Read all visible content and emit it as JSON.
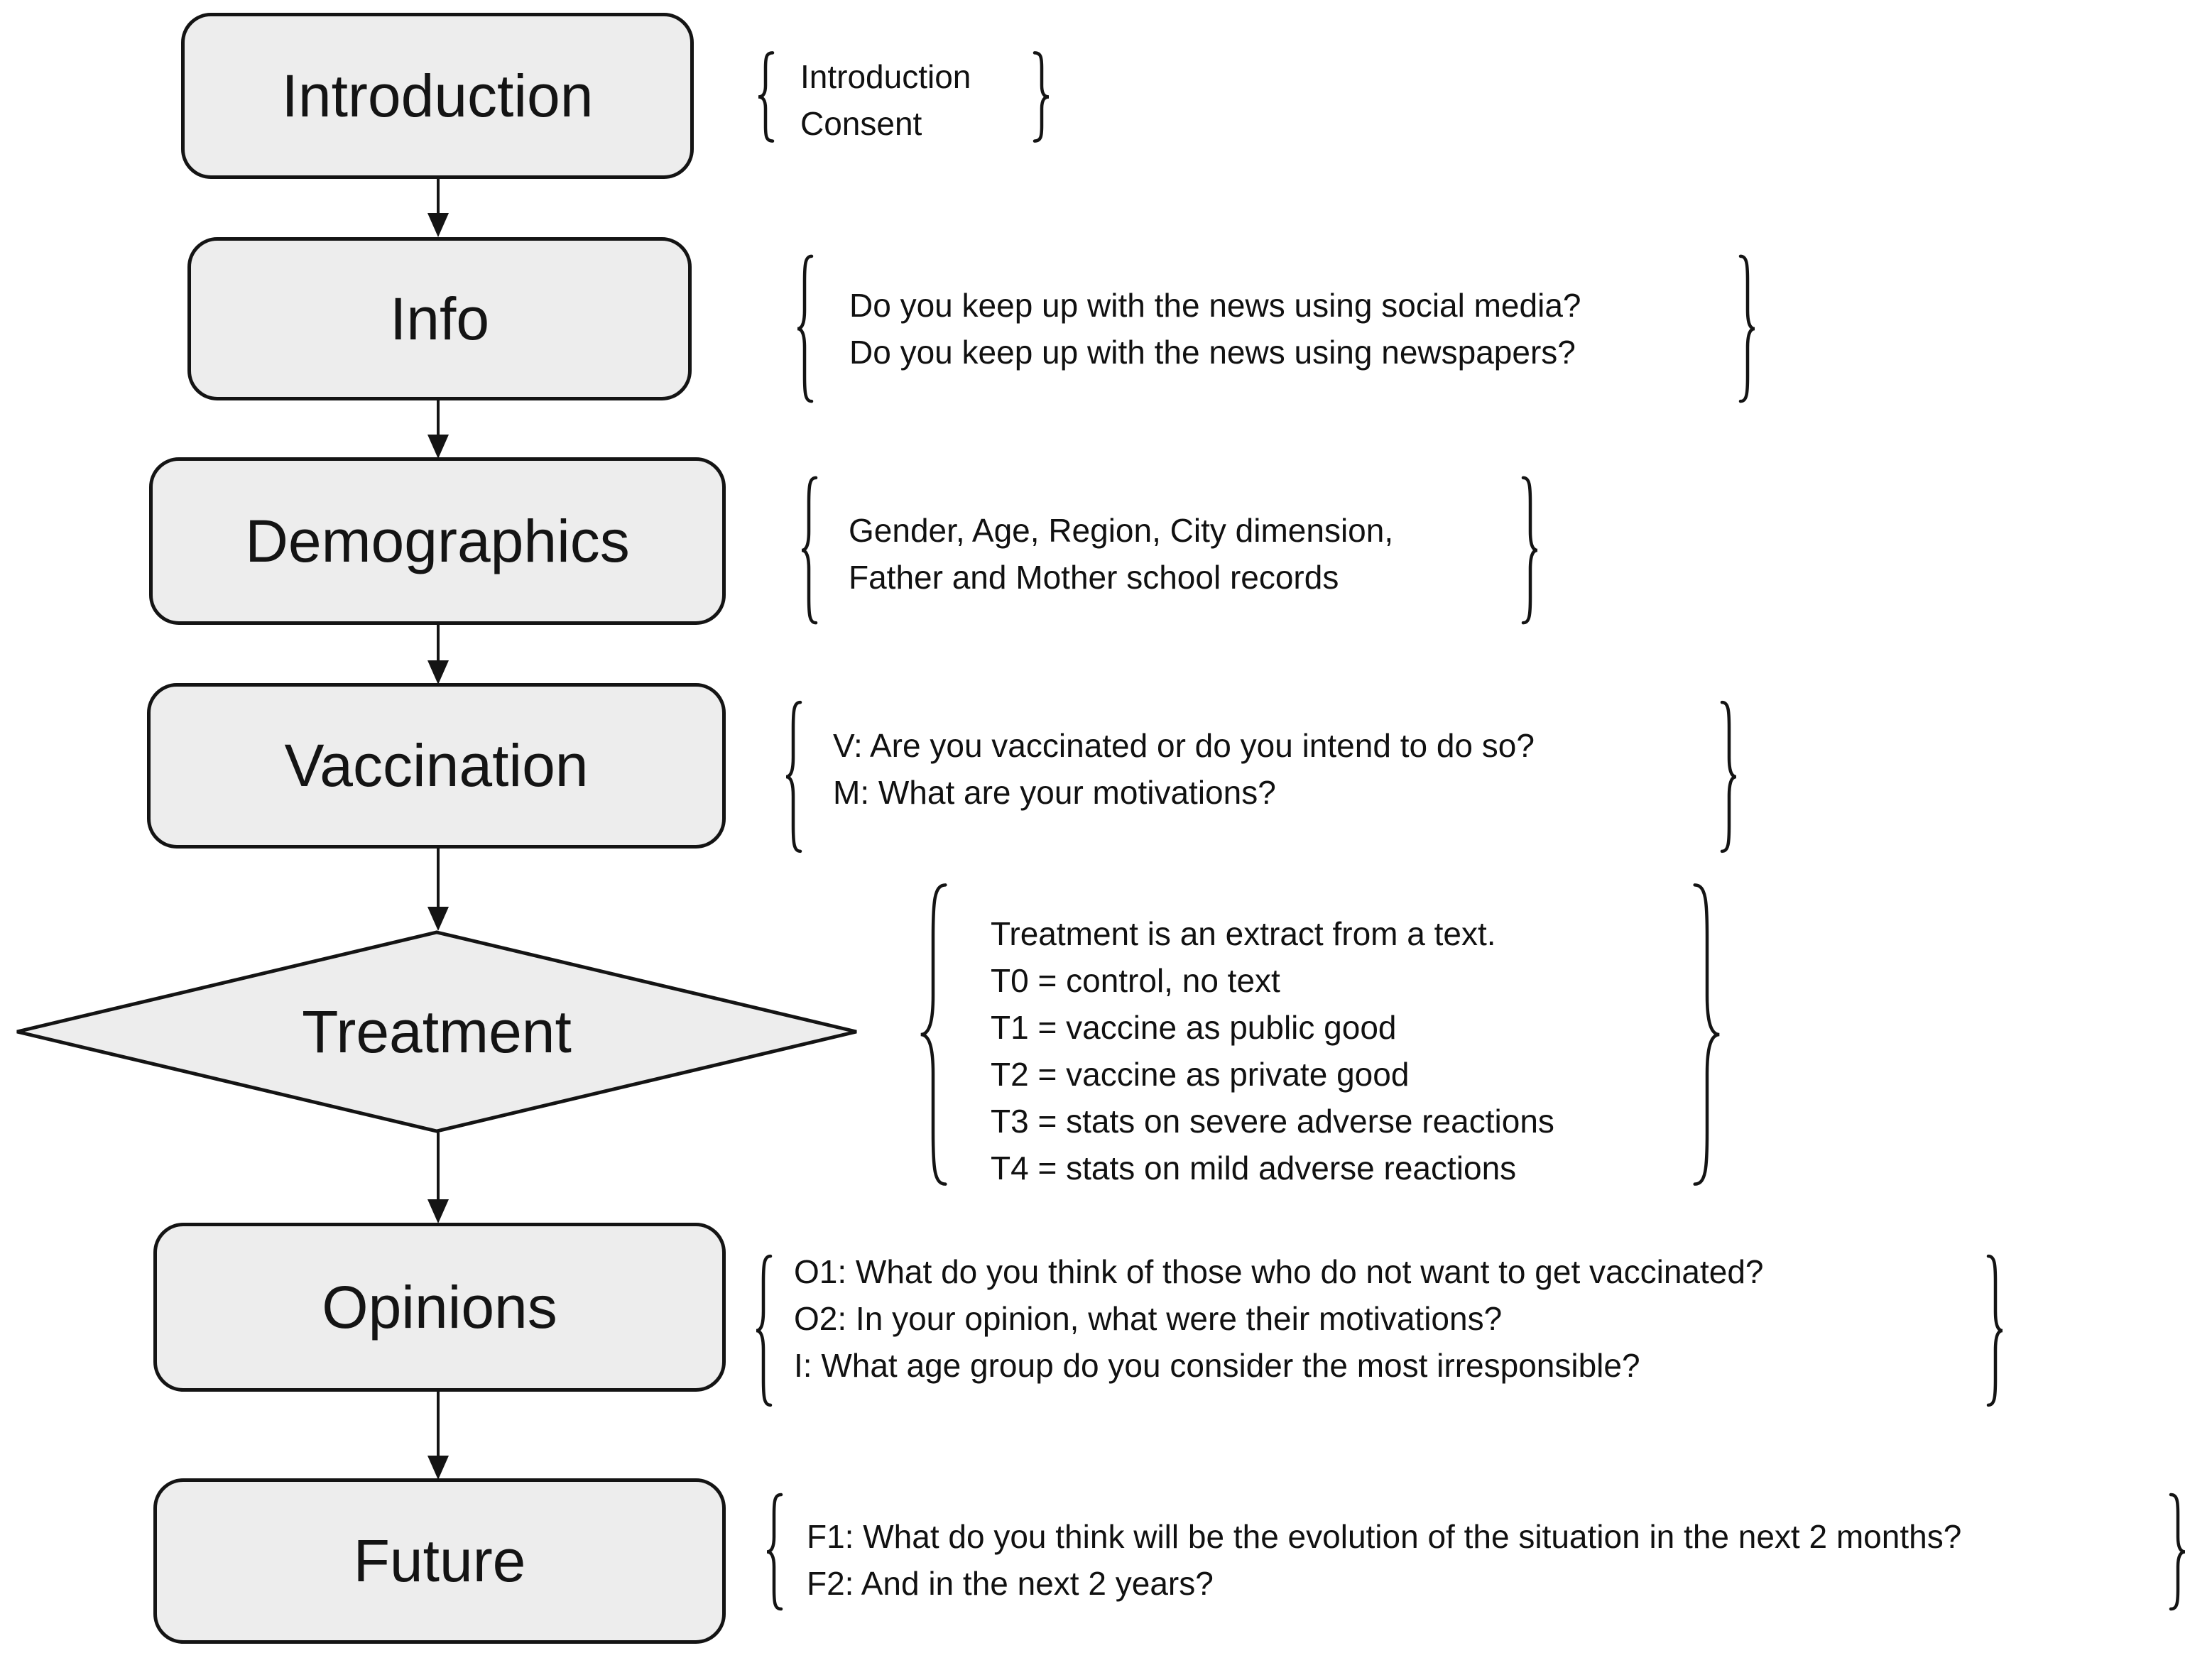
{
  "diagram": {
    "type": "flowchart",
    "background": "#ffffff",
    "node_fill": "#ededed",
    "node_border": "#141414",
    "text_color": "#111111",
    "steps": [
      {
        "id": "introduction",
        "label": "Introduction",
        "shape": "rounded-rectangle",
        "annotation_lines": [
          "Introduction",
          "Consent"
        ]
      },
      {
        "id": "info",
        "label": "Info",
        "shape": "rounded-rectangle",
        "annotation_lines": [
          "Do you keep up with the news using social media?",
          "Do you keep up with the news using newspapers?"
        ]
      },
      {
        "id": "demographics",
        "label": "Demographics",
        "shape": "rounded-rectangle",
        "annotation_lines": [
          "Gender, Age, Region, City dimension,",
          "Father and Mother school records"
        ]
      },
      {
        "id": "vaccination",
        "label": "Vaccination",
        "shape": "rounded-rectangle",
        "annotation_lines": [
          "V: Are you vaccinated or do you intend to do so?",
          "M: What are your motivations?"
        ]
      },
      {
        "id": "treatment",
        "label": "Treatment",
        "shape": "diamond",
        "annotation_lines": [
          "Treatment is an extract from a text.",
          "T0 = control, no text",
          "T1 = vaccine as public good",
          "T2 = vaccine as private good",
          "T3 = stats on severe adverse reactions",
          "T4 = stats on mild adverse reactions"
        ]
      },
      {
        "id": "opinions",
        "label": "Opinions",
        "shape": "rounded-rectangle",
        "annotation_lines": [
          "O1: What do you think of those who do not want to get vaccinated?",
          "O2: In your opinion, what were their motivations?",
          "I: What age group do you consider the most irresponsible?"
        ]
      },
      {
        "id": "future",
        "label": "Future",
        "shape": "rounded-rectangle",
        "annotation_lines": [
          "F1: What do you think will be the evolution of the situation in the next 2 months?",
          "F2: And in the next 2 years?"
        ]
      }
    ]
  }
}
